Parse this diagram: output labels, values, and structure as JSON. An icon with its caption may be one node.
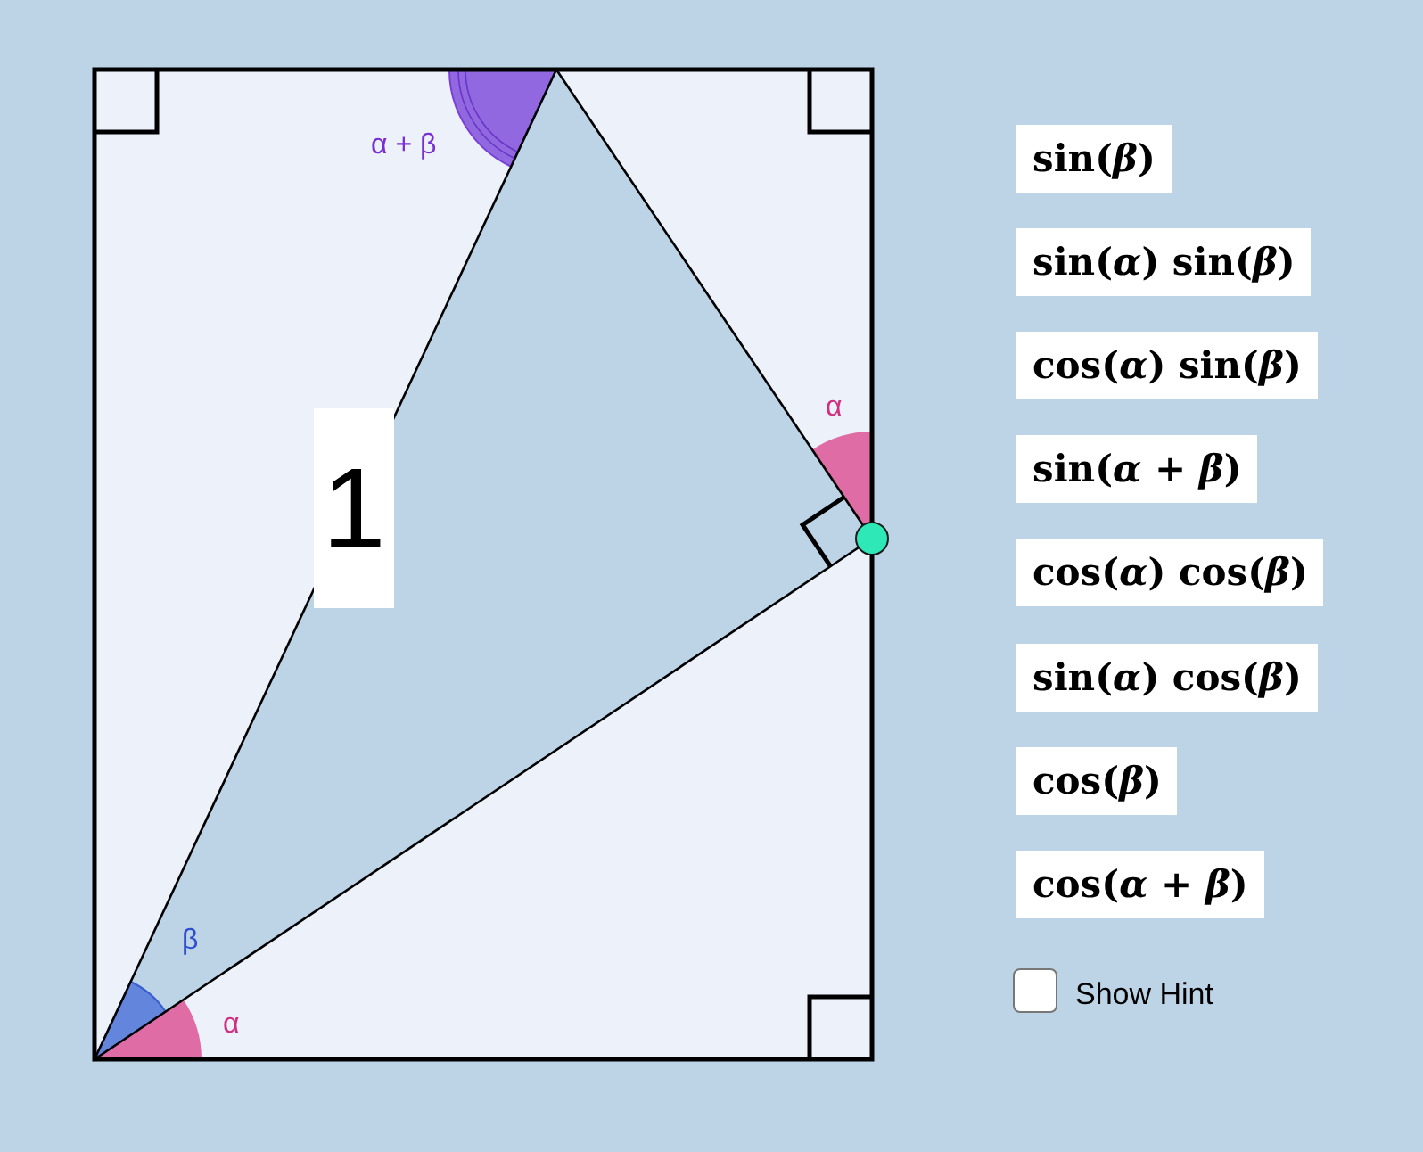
{
  "diagram": {
    "nodes": [
      {
        "text": [
          "1"
        ]
      },
      {
        "text": [
          "sin(*β*)"
        ]
      },
      {
        "text": [
          "sin(*α*) sin(*β*)"
        ]
      },
      {
        "text": [
          "cos(*α*) sin(*β*)"
        ]
      },
      {
        "text": [
          "sin(*α* + *β*)"
        ]
      },
      {
        "text": [
          "cos(*α*) cos(*β*)"
        ]
      },
      {
        "text": [
          "sin(*α*) cos(*β*)"
        ]
      },
      {
        "text": [
          "cos(*β*)"
        ]
      },
      {
        "text": [
          "cos(*α* + *β*)"
        ]
      }
    ],
    "labels": [
      "α + β",
      "α",
      "β",
      "α",
      "Show Hint"
    ]
  }
}
